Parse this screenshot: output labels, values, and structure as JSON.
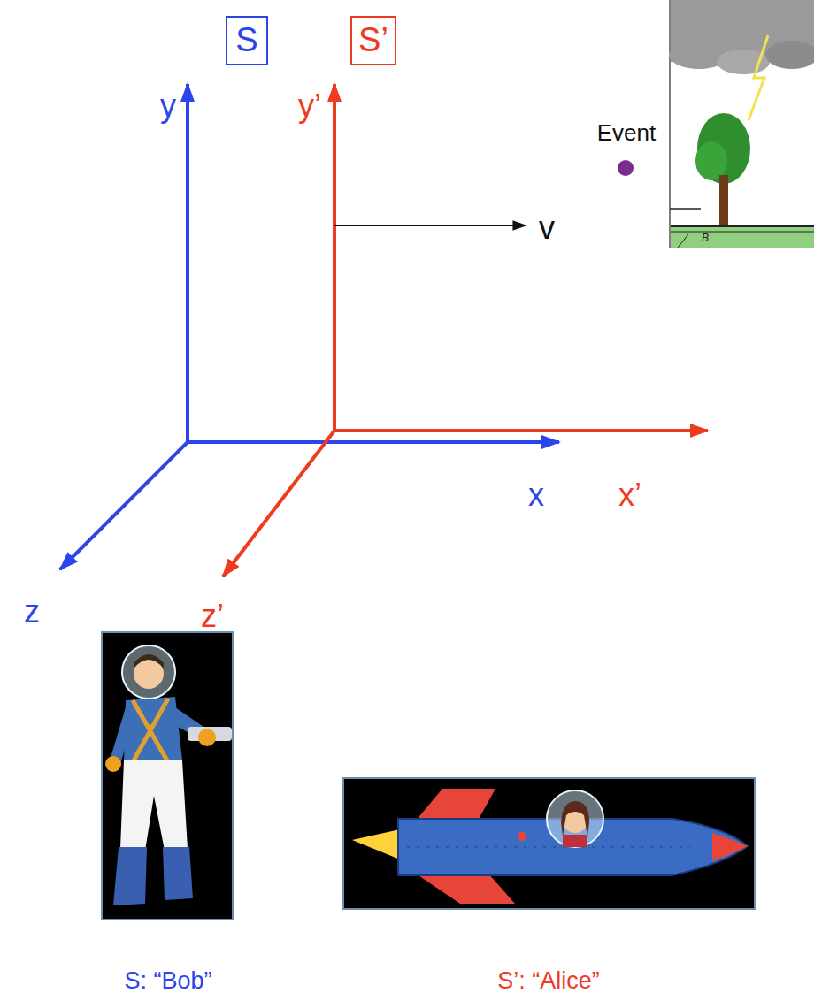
{
  "diagram": {
    "nodes": [
      {
        "text": [
          "S"
        ]
      },
      {
        "text": [
          "S’"
        ]
      }
    ],
    "labels": [
      "y",
      "y’",
      "Event",
      "B",
      "v",
      "x",
      "x’",
      "z",
      "z’",
      "S: “Bob”",
      "S’: “Alice”"
    ]
  }
}
